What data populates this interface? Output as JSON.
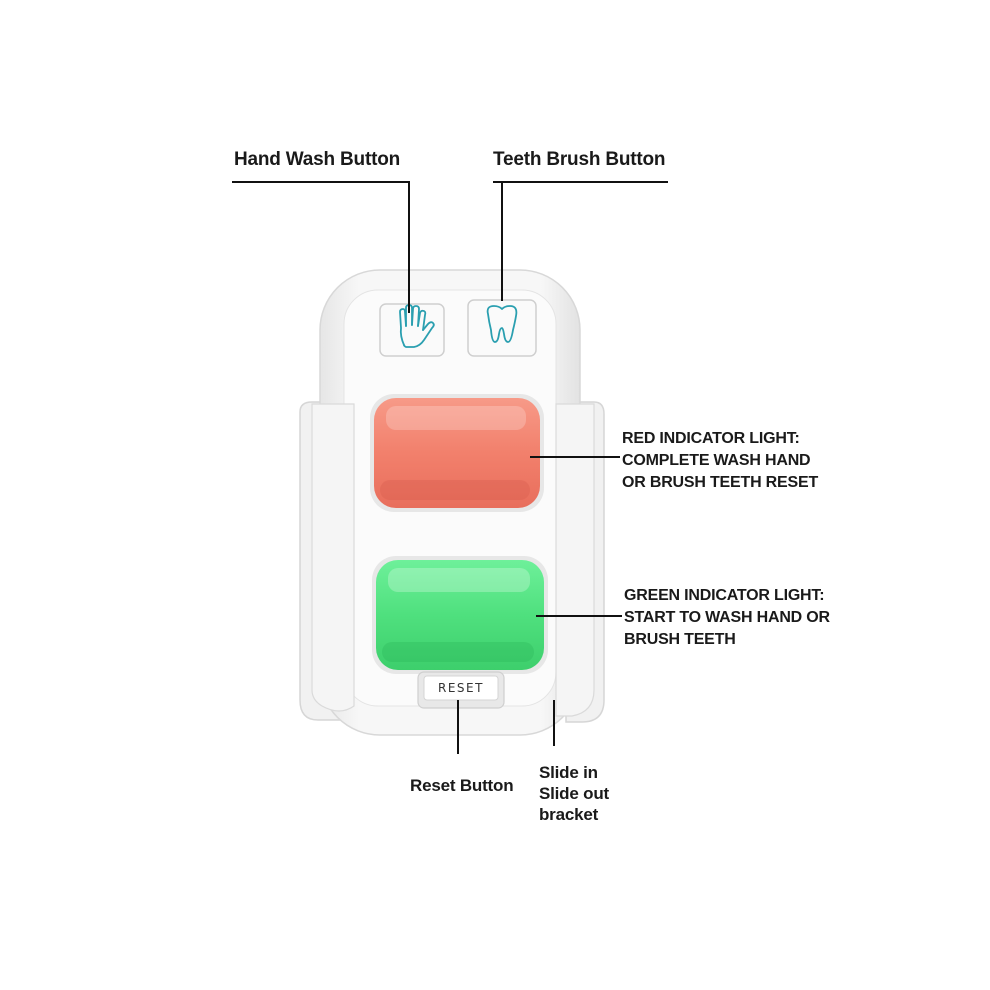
{
  "callouts": {
    "hand_wash": "Hand Wash Button",
    "teeth_brush": "Teeth Brush Button",
    "red_light": [
      "RED INDICATOR LIGHT:",
      "COMPLETE WASH HAND",
      "OR BRUSH TEETH RESET"
    ],
    "green_light": [
      "GREEN INDICATOR LIGHT:",
      "START TO WASH HAND OR",
      "BRUSH TEETH"
    ],
    "reset_button": "Reset Button",
    "bracket": [
      "Slide in",
      "Slide out",
      "bracket"
    ]
  },
  "device": {
    "reset_label": "RESET",
    "icons": [
      "hand-icon",
      "tooth-icon"
    ],
    "colors": {
      "red_light": "#f2806c",
      "green_light": "#4fe07e",
      "icon_stroke": "#2a9fb0",
      "body": "#f4f4f4"
    }
  }
}
